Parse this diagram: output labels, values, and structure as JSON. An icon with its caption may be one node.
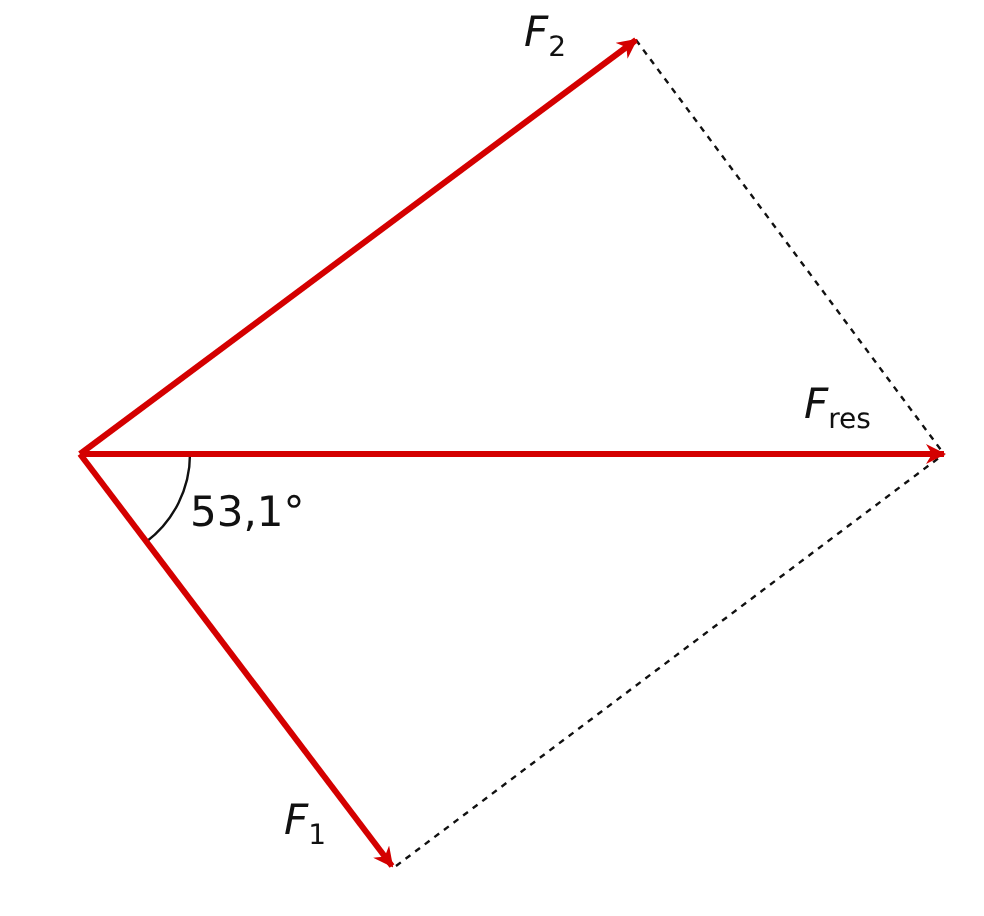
{
  "diagram": {
    "labels": [
      "*F*$_{2}$",
      "*F*$_{res}$",
      "53,1°",
      "*F*$_{1}$"
    ]
  }
}
